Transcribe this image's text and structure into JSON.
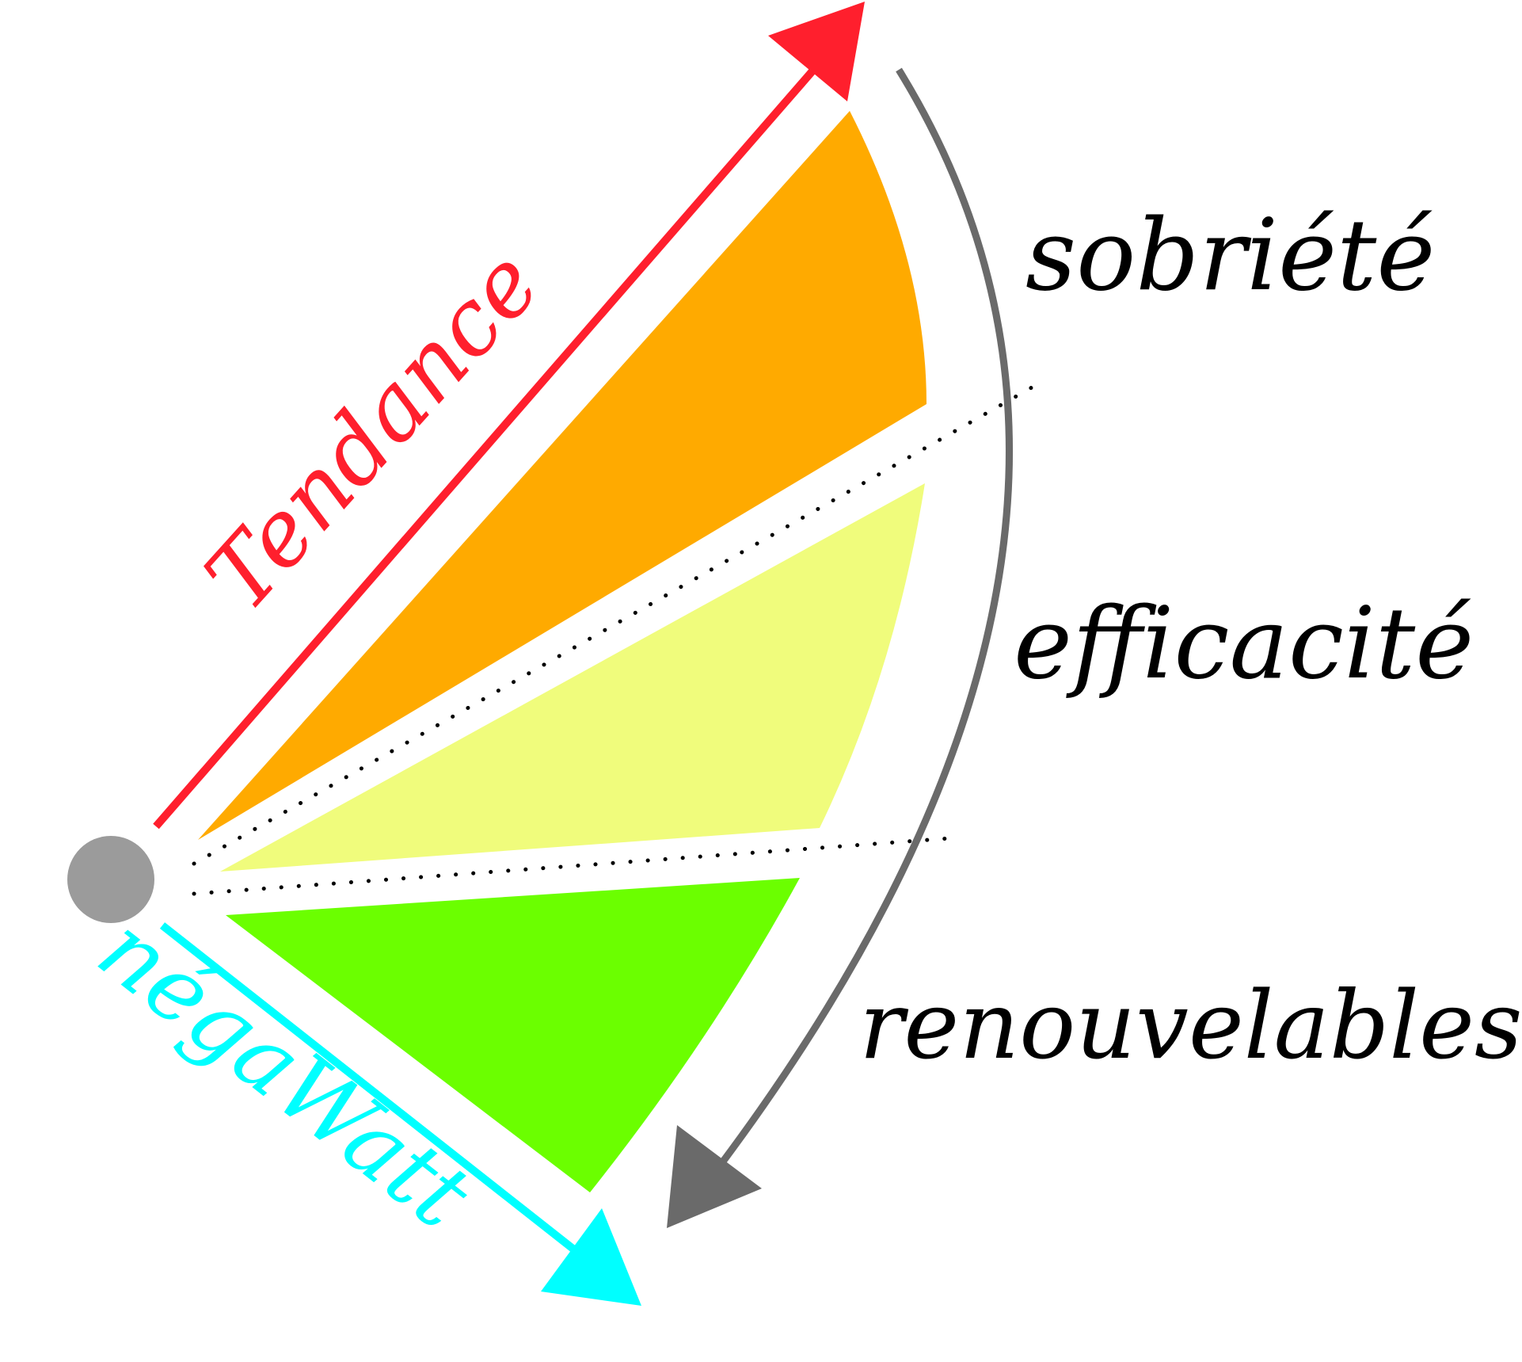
{
  "labels": {
    "tendance": "Tendance",
    "negawatt": "négaWatt",
    "sobriete": "sobriété",
    "efficacite": "efficacité",
    "renouvelables": "renouvelables"
  },
  "colors": {
    "tendance": "#ff1f2d",
    "negawatt": "#00ffff",
    "sobriete": "#ffaa00",
    "efficacite": "#f0fc7c",
    "renouvelables": "#6bff00",
    "origin": "#9b9b9b",
    "arc_arrow": "#6a6a6a",
    "text": "#000000"
  }
}
